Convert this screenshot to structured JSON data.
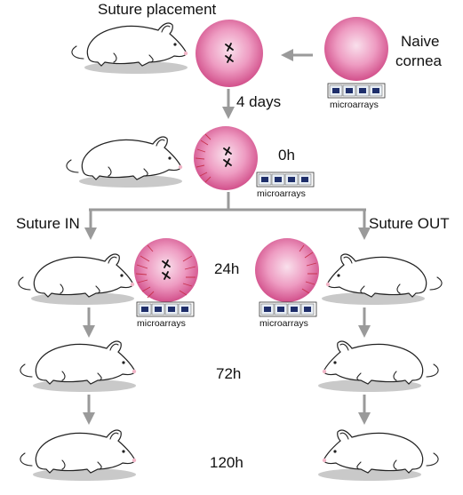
{
  "labels": {
    "suture_placement": "Suture placement",
    "naive_line1": "Naive",
    "naive_line2": "cornea",
    "four_days": "4 days",
    "t0": "0h",
    "suture_in": "Suture IN",
    "suture_out": "Suture OUT",
    "t24": "24h",
    "t72": "72h",
    "t120": "120h",
    "microarrays": "microarrays"
  },
  "colors": {
    "cornea_center": "#f7d6e6",
    "cornea_edge": "#d2508b",
    "vessel": "#c8334e",
    "arrow": "#9a9a9a",
    "rat_shadow": "#c9c9c9",
    "chip_core": "#1f2f6b"
  }
}
